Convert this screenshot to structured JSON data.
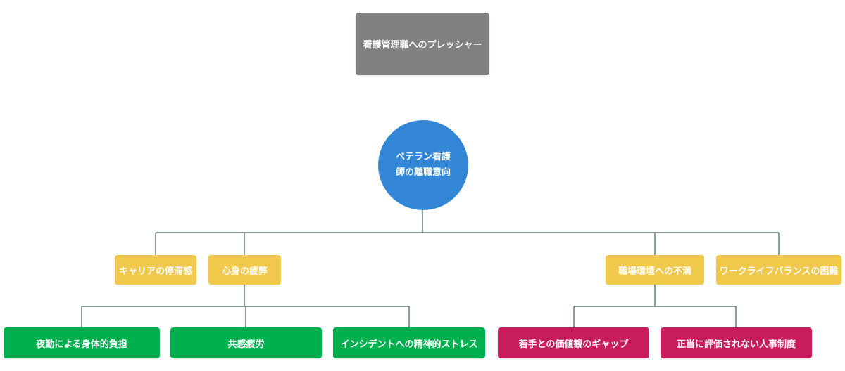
{
  "top": {
    "label": "看護管理職へのプレッシャー"
  },
  "center": {
    "line1": "ベテラン看護",
    "line2": "師の離職意向"
  },
  "level1": {
    "career": "キャリアの停滞感",
    "fatigue": "心身の疲弊",
    "workplace": "職場環境への不満",
    "balance": "ワークライフバランスの困難"
  },
  "level2": {
    "night": "夜勤による身体的負担",
    "empathy": "共感疲労",
    "incident": "インシデントへの精神的ストレス",
    "gap": "若手との価値観のギャップ",
    "hr": "正当に評価されない人事制度"
  },
  "colors": {
    "top": "#808080",
    "center": "#3385d6",
    "level1": "#f0c84b",
    "level2_left": "#00b04f",
    "level2_right": "#c81d5c",
    "connector": "#3d5a5a"
  }
}
